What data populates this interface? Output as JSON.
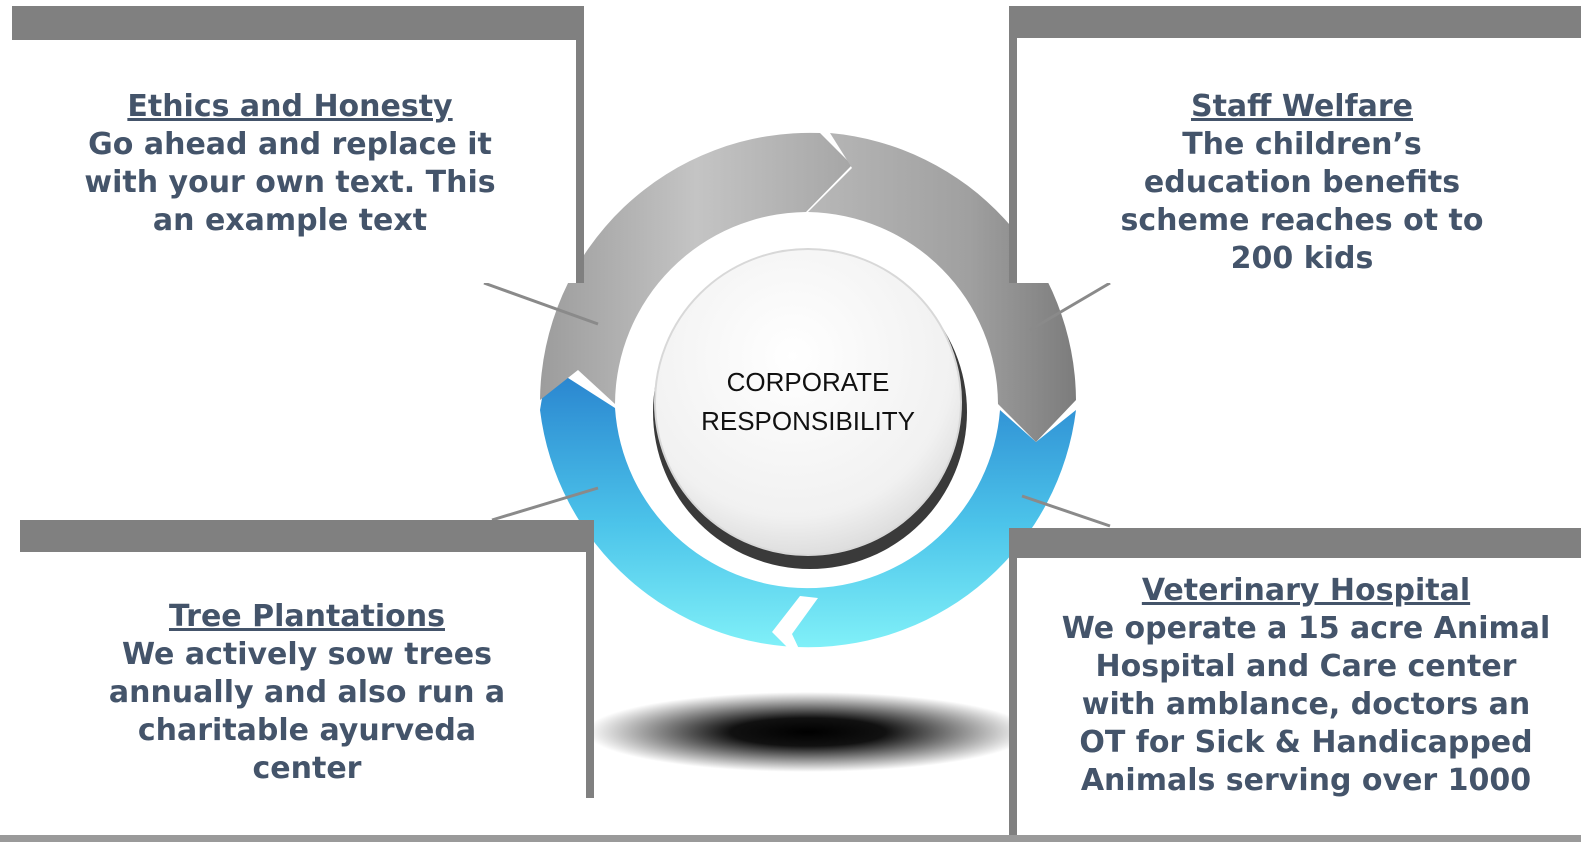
{
  "center": {
    "line1": "CORPORATE",
    "line2": "RESPONSIBILITY"
  },
  "blocks": [
    {
      "title": "Ethics and Honesty",
      "text": "Go ahead and replace it with your own text. This an example text"
    },
    {
      "title": "Staff Welfare",
      "text": "The children’s education benefits scheme reaches ot to 200 kids"
    },
    {
      "title": "Tree Plantations",
      "text": "We actively sow trees annually and also run a charitable ayurveda center"
    },
    {
      "title": "Veterinary Hospital",
      "text": "We operate a 15 acre Animal Hospital and Care center with amblance, doctors an OT for Sick & Handicapped Animals serving over 1000"
    }
  ],
  "colors": {
    "text": "#44546A",
    "bar": "#808080",
    "arrow_gray": "#a8a8a8",
    "arrow_blue_top": "#2a86d0",
    "arrow_blue_bottom": "#7ff0f8"
  }
}
